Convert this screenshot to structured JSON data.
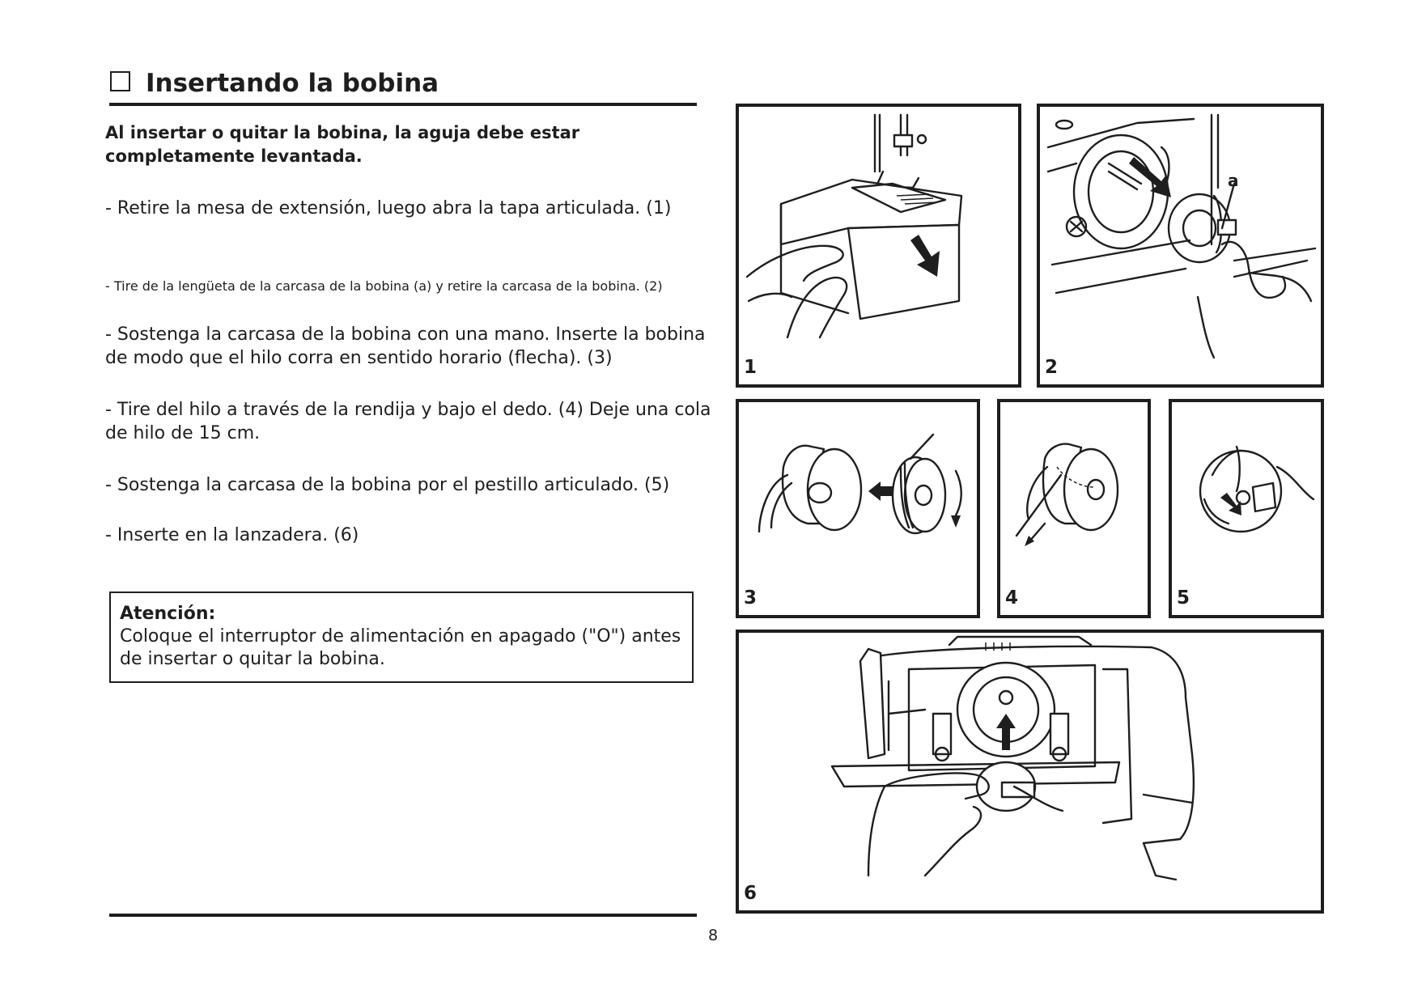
{
  "header": {
    "title": "Insertando la bobina"
  },
  "intro": "Al insertar o quitar la bobina, la aguja debe estar completamente levantada.",
  "steps": [
    "- Retire la mesa de extensión, luego abra la tapa articulada. (1)",
    "- Tire de la lengüeta de la carcasa de la bobina (a) y retire la carcasa de la bobina. (2)",
    "- Sostenga la carcasa de la bobina con una mano. Inserte la bobina de modo que el hilo corra en sentido horario (flecha). (3)",
    "- Tire del hilo a través de la rendija y bajo el dedo. (4) Deje una cola de hilo de 15 cm.",
    "- Sostenga la carcasa de la bobina por el pestillo articulado. (5)",
    "- Inserte en la lanzadera. (6)"
  ],
  "attention": {
    "title": "Atención:",
    "text": "Coloque el interruptor de alimentación en apagado (\"O\") antes de insertar o quitar la bobina."
  },
  "figures": [
    {
      "number": "1"
    },
    {
      "number": "2",
      "label": "a"
    },
    {
      "number": "3"
    },
    {
      "number": "4"
    },
    {
      "number": "5"
    },
    {
      "number": "6"
    }
  ],
  "page_number": "8"
}
